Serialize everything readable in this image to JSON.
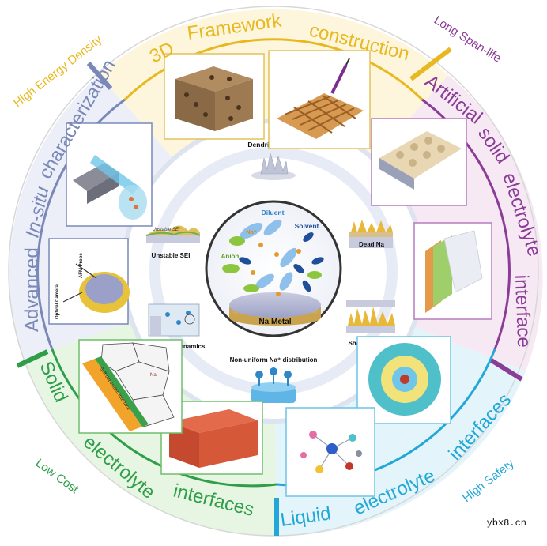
{
  "outer_labels": {
    "high_energy_density": "High Energy Density",
    "long_span_life": "Long Span-life",
    "high_safety": "High Safety",
    "low_cost": "Low Cost"
  },
  "ring_titles": {
    "top_1": "3D",
    "top_2": "Framework",
    "top_3": "construction",
    "right_1": "Artificial",
    "right_2": "solid",
    "right_3": "electrolyte",
    "right_4": "interface",
    "bottom_right_1": "Liquid",
    "bottom_right_2": "electrolyte",
    "bottom_right_3": "interfaces",
    "bottom_left_1": "Solid",
    "bottom_left_2": "electrolyte",
    "bottom_left_3": "interfaces",
    "left_1": "Advanced",
    "left_2": "In-situ",
    "left_3": "characterization"
  },
  "inner_labels": {
    "dendrite_growth": "Dendrite growth",
    "dead_na": "Dead Na",
    "short_circuit": "Short circuit",
    "non_uniform": "Non-uniform Na⁺ distribution",
    "sluggish_dynamics": "Sluggish dynamics",
    "unstable_sei": "Unstable SEI",
    "unstable_sei_small": "Unstable SEI"
  },
  "center": {
    "diluent": "Diluent",
    "solvent": "Solvent",
    "na_plus": "Na⁺",
    "anion": "Anion",
    "na_metal": "Na Metal"
  },
  "panel_text": {
    "optical_camera": "Optical Camera",
    "afm_probe": "AFM Probe",
    "self_deposition": "Self-deposition interface",
    "na_dot": "Na"
  },
  "watermark": "ybx8.cn",
  "colors": {
    "top": "#E8B820",
    "right": "#8A3C96",
    "bottom_right": "#22A7D6",
    "bottom_left": "#2E9E48",
    "left": "#7A88B8",
    "high_energy": "#E8B820",
    "long_span": "#8A3C96",
    "high_safety": "#22A7D6",
    "low_cost": "#2E9E48"
  }
}
